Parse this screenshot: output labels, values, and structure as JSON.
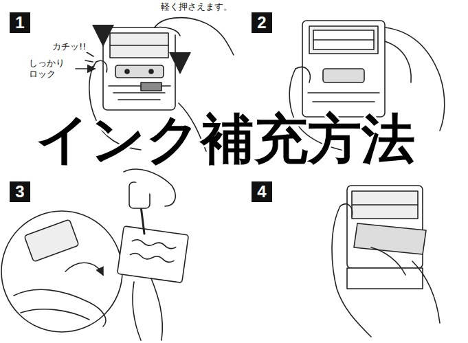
{
  "diagram": {
    "title": "インク補充方法",
    "labels": [
      "1",
      "軽く押さえます。",
      "カチッ!!",
      "しっかり ロック",
      "2",
      "3",
      "4"
    ]
  }
}
